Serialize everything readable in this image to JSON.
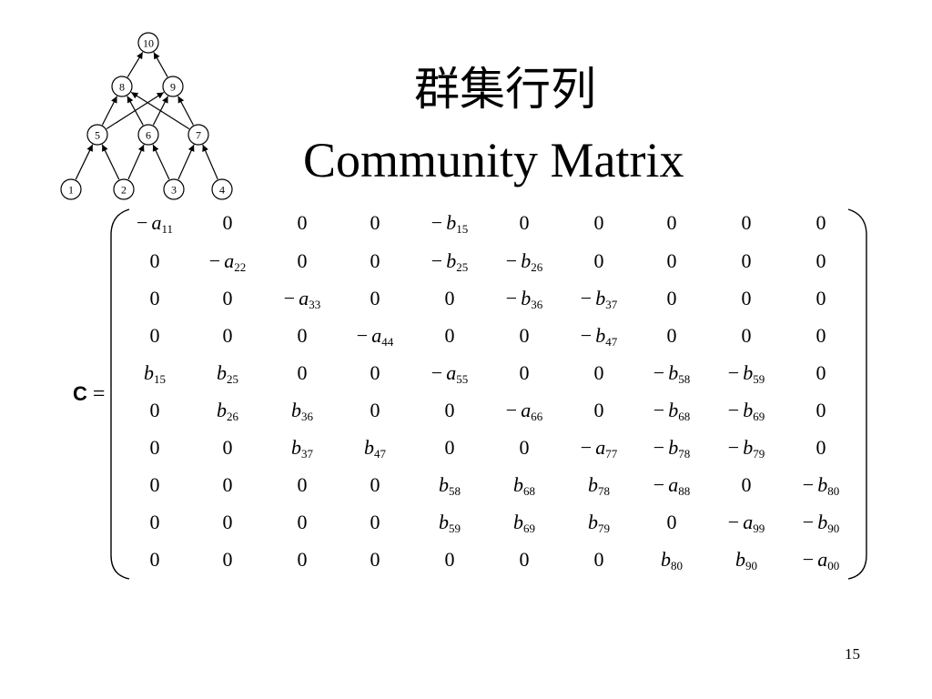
{
  "slide": {
    "title_cjk": "群集行列",
    "title_en": "Community Matrix",
    "page_number": "15"
  },
  "food_web": {
    "nodes": [
      "10",
      "8",
      "9",
      "5",
      "6",
      "7",
      "1",
      "2",
      "3",
      "4"
    ],
    "edges": [
      [
        "8",
        "10"
      ],
      [
        "9",
        "10"
      ],
      [
        "5",
        "8"
      ],
      [
        "5",
        "9"
      ],
      [
        "6",
        "8"
      ],
      [
        "6",
        "9"
      ],
      [
        "7",
        "8"
      ],
      [
        "7",
        "9"
      ],
      [
        "1",
        "5"
      ],
      [
        "2",
        "5"
      ],
      [
        "2",
        "6"
      ],
      [
        "3",
        "6"
      ],
      [
        "3",
        "7"
      ],
      [
        "4",
        "7"
      ]
    ]
  },
  "matrix": {
    "lhs_symbol": "C",
    "lhs_equals": "=",
    "rows": [
      [
        "-a11",
        "0",
        "0",
        "0",
        "-b15",
        "0",
        "0",
        "0",
        "0",
        "0"
      ],
      [
        "0",
        "-a22",
        "0",
        "0",
        "-b25",
        "-b26",
        "0",
        "0",
        "0",
        "0"
      ],
      [
        "0",
        "0",
        "-a33",
        "0",
        "0",
        "-b36",
        "-b37",
        "0",
        "0",
        "0"
      ],
      [
        "0",
        "0",
        "0",
        "-a44",
        "0",
        "0",
        "-b47",
        "0",
        "0",
        "0"
      ],
      [
        "b15",
        "b25",
        "0",
        "0",
        "-a55",
        "0",
        "0",
        "-b58",
        "-b59",
        "0"
      ],
      [
        "0",
        "b26",
        "b36",
        "0",
        "0",
        "-a66",
        "0",
        "-b68",
        "-b69",
        "0"
      ],
      [
        "0",
        "0",
        "b37",
        "b47",
        "0",
        "0",
        "-a77",
        "-b78",
        "-b79",
        "0"
      ],
      [
        "0",
        "0",
        "0",
        "0",
        "b58",
        "b68",
        "b78",
        "-a88",
        "0",
        "-b80"
      ],
      [
        "0",
        "0",
        "0",
        "0",
        "b59",
        "b69",
        "b79",
        "0",
        "-a99",
        "-b90"
      ],
      [
        "0",
        "0",
        "0",
        "0",
        "0",
        "0",
        "0",
        "b80",
        "b90",
        "-a00"
      ]
    ]
  }
}
